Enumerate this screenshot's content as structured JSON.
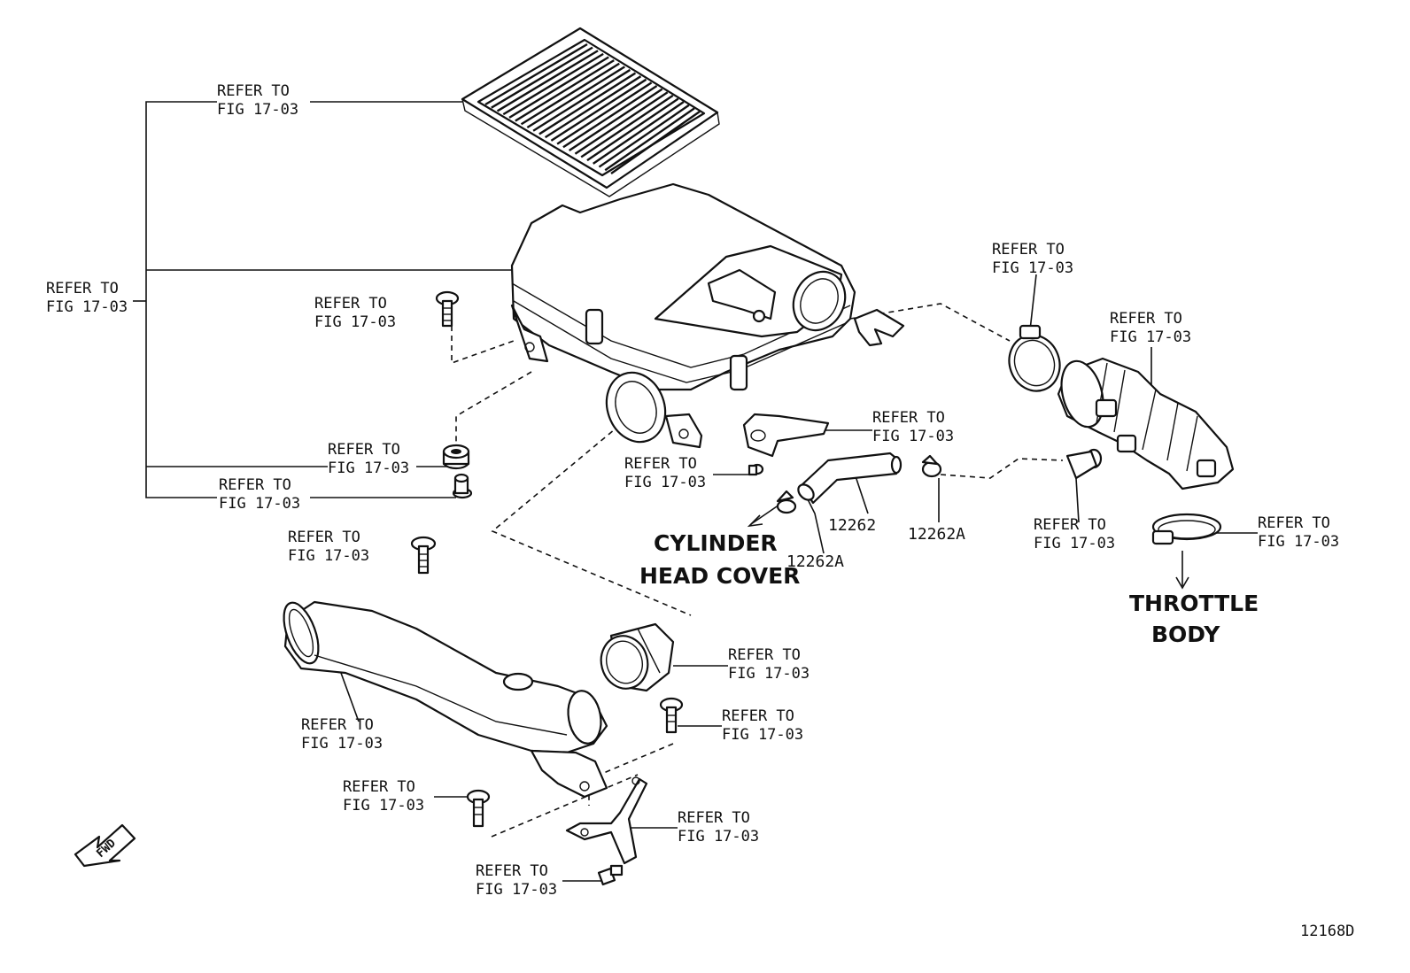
{
  "diagram": {
    "refer_label": [
      "REFER TO",
      "FIG 17-03"
    ],
    "part_numbers": {
      "hose": "12262",
      "clamp_right": "12262A",
      "clamp_left": "12262A"
    },
    "destinations": {
      "cylinder_head_cover": [
        "CYLINDER",
        "HEAD COVER"
      ],
      "throttle_body": [
        "THROTTLE",
        "BODY"
      ]
    },
    "fwd_arrow": "FWD",
    "figure_id": "12168D"
  }
}
